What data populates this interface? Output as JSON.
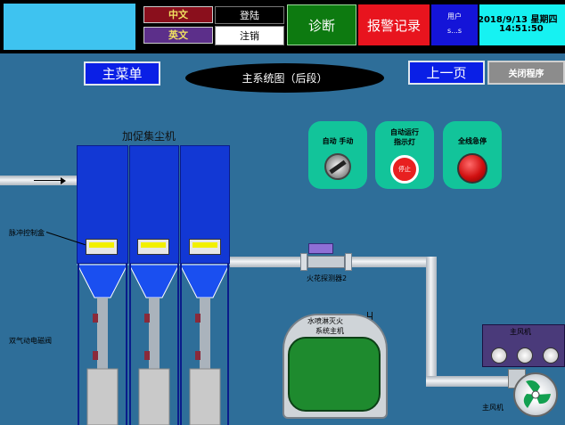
{
  "header": {
    "lang_chinese": "中文",
    "lang_english": "英文",
    "login": "登陆",
    "logout": "注销",
    "diagnose": "诊断",
    "alarm_record": "报警记录",
    "user_label": "用户",
    "user_name": "s...s",
    "date": "2018/9/13 星期四",
    "time": "14:51:50"
  },
  "nav": {
    "main_menu": "主菜单",
    "title": "主系统图（后段）",
    "prev_page": "上一页",
    "close_program": "关闭程序"
  },
  "plant": {
    "dust_collector": "加促集尘机",
    "pulse_controller": "脉冲控制盒",
    "pneumatic_valve": "双气动电磁阀",
    "fire_detector": "火花探测器2",
    "fire_system_line1": "水喷淋灭火",
    "fire_system_line2": "系统主机",
    "fan": "主风机"
  },
  "controls": {
    "auto_manual": "自动  手动",
    "auto_run_line1": "自动运行",
    "auto_run_line2": "指示灯",
    "stop_label": "停止",
    "emergency_stop": "全线急停",
    "fan_panel_label": "主风机"
  },
  "colors": {
    "background": "#2e6e99",
    "display_cyan": "#3ec3f0",
    "diagnose_green": "#0d7a10",
    "alarm_red": "#e8141e",
    "user_blue": "#1414d8",
    "clock_cyan": "#16f2f2",
    "nav_blue": "#0a1fe6",
    "control_green": "#12c49a",
    "collector_blue": "#1238d4"
  }
}
